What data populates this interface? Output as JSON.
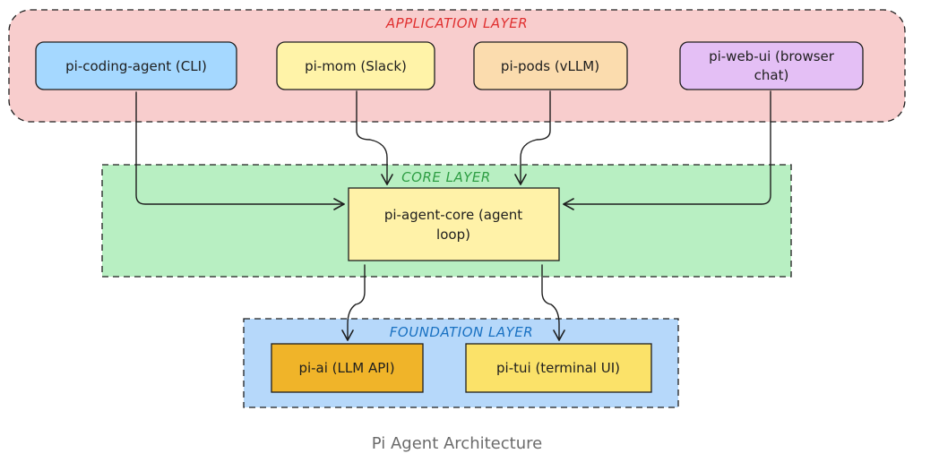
{
  "layers": {
    "application": {
      "title": "APPLICATION LAYER",
      "title_color": "#e03131",
      "fill": "#f8cdcd",
      "stroke": "#1e1e1e"
    },
    "core": {
      "title": "CORE LAYER",
      "title_color": "#2f9e44",
      "fill": "#b8efc2",
      "stroke": "#1e1e1e"
    },
    "foundation": {
      "title": "FOUNDATION LAYER",
      "title_color": "#1971c2",
      "fill": "#b6d8fa",
      "stroke": "#1e1e1e"
    }
  },
  "nodes": {
    "coding_agent": {
      "line1": "pi-coding-agent (CLI)",
      "fill": "#a5d8ff"
    },
    "mom": {
      "line1": "pi-mom (Slack)",
      "fill": "#fff3a8"
    },
    "pods": {
      "line1": "pi-pods (vLLM)",
      "fill": "#fbdcae"
    },
    "web_ui": {
      "line1": "pi-web-ui (browser",
      "line2": "chat)",
      "fill": "#e4bff5"
    },
    "agent_core": {
      "line1": "pi-agent-core (agent",
      "line2": "loop)",
      "fill": "#fff2a8"
    },
    "ai": {
      "line1": "pi-ai (LLM API)",
      "fill": "#f0b429"
    },
    "tui": {
      "line1": "pi-tui (terminal UI)",
      "fill": "#fbe269"
    }
  },
  "caption": "Pi Agent Architecture"
}
